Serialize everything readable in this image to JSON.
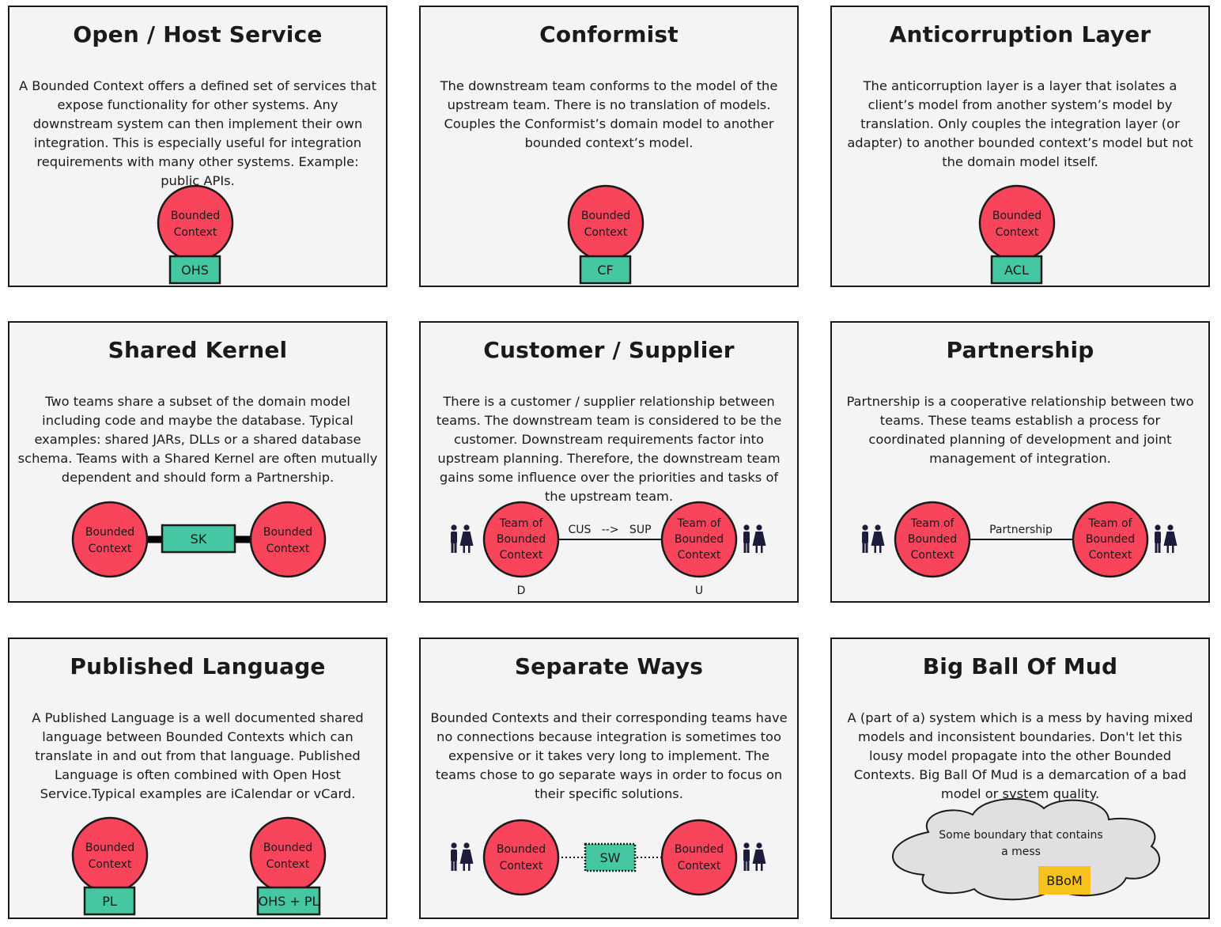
{
  "cards": [
    {
      "title": "Open / Host Service",
      "description": "A Bounded Context offers a defined set of services that expose functionality for other systems. Any downstream system can then implement their own integration. This is especially useful for integration requirements with many other systems. Example: public APIs.",
      "context_label": [
        "Bounded",
        "Context"
      ],
      "tag": "OHS"
    },
    {
      "title": "Conformist",
      "description": "The downstream team conforms to the model of the upstream team. There is no translation of models. Couples the Conformist’s domain model to another bounded context’s model.",
      "context_label": [
        "Bounded",
        "Context"
      ],
      "tag": "CF"
    },
    {
      "title": "Anticorruption Layer",
      "description": "The anticorruption layer is a layer that isolates a client’s model from another system’s model by translation. Only couples the integration layer (or adapter) to another bounded context’s model but not the domain model itself.",
      "context_label": [
        "Bounded",
        "Context"
      ],
      "tag": "ACL"
    },
    {
      "title": "Shared Kernel",
      "description": "Two teams share a subset of the domain model including code and maybe the database. Typical examples: shared JARs, DLLs or a shared database schema. Teams with a Shared Kernel are often mutually dependent and should form a Partnership.",
      "left_label": [
        "Bounded",
        "Context"
      ],
      "right_label": [
        "Bounded",
        "Context"
      ],
      "tag": "SK"
    },
    {
      "title": "Customer / Supplier",
      "description": "There is a customer / supplier relationship between teams. The downstream team is considered to be the customer. Downstream requirements factor into upstream planning. Therefore, the downstream team gains some influence over the priorities and tasks of the upstream team.",
      "left_label": [
        "Team of",
        "Bounded",
        "Context"
      ],
      "right_label": [
        "Team of",
        "Bounded",
        "Context"
      ],
      "link_label": "CUS   -->   SUP",
      "left_marker": "D",
      "right_marker": "U"
    },
    {
      "title": "Partnership",
      "description": "Partnership is a cooperative relationship between two teams. These teams establish a process for coordinated planning of development and joint management of integration.",
      "left_label": [
        "Team of",
        "Bounded",
        "Context"
      ],
      "right_label": [
        "Team of",
        "Bounded",
        "Context"
      ],
      "link_label": "Partnership"
    },
    {
      "title": "Published Language",
      "description": "A Published Language is a well documented shared language between Bounded Contexts which can translate in and out from that language. Published Language is often combined with Open Host Service.Typical examples are iCalendar or vCard.",
      "left_label": [
        "Bounded",
        "Context"
      ],
      "right_label": [
        "Bounded",
        "Context"
      ],
      "left_tag": "PL",
      "right_tag": "OHS + PL"
    },
    {
      "title": "Separate Ways",
      "description": "Bounded Contexts and their corresponding teams have no connections because integration is sometimes too expensive or it takes very long to implement. The teams chose to go separate ways in order to focus on their specific solutions.",
      "left_label": [
        "Bounded",
        "Context"
      ],
      "right_label": [
        "Bounded",
        "Context"
      ],
      "tag": "SW"
    },
    {
      "title": "Big Ball Of Mud",
      "description": "A (part of a) system which is a mess by having mixed models and inconsistent boundaries. Don't let this lousy model propagate into the other Bounded Contexts. Big Ball Of Mud is a demarcation of a bad model or system quality.",
      "cloud_label": [
        "Some boundary that contains",
        "a mess"
      ],
      "tag": "BBoM"
    }
  ],
  "colors": {
    "context": "#f8455b",
    "tag": "#45c8a1",
    "bbom": "#f6c21c",
    "cloud": "#e0e0e0",
    "card": "#f4f4f4",
    "people": "#1d1c3a"
  },
  "icons": [
    "team-icon"
  ]
}
